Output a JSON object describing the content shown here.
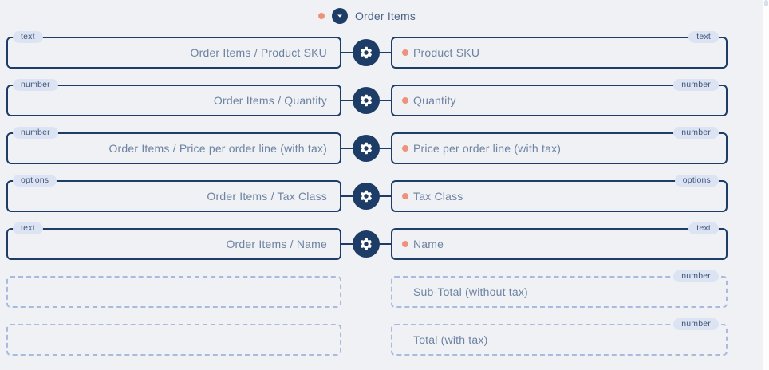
{
  "header": {
    "group_label": "Order Items"
  },
  "colors": {
    "background": "#EFF1F5",
    "navy": "#1D3C66",
    "accent_orange": "#F0917B",
    "badge_bg": "#DCE4F3",
    "dashed_border": "#A9BADD",
    "label_text": "#6E83A1"
  },
  "rows": [
    {
      "mapped": true,
      "source": {
        "label": "Order Items / Product SKU",
        "type": "text"
      },
      "target": {
        "label": "Product SKU",
        "type": "text"
      }
    },
    {
      "mapped": true,
      "source": {
        "label": "Order Items / Quantity",
        "type": "number"
      },
      "target": {
        "label": "Quantity",
        "type": "number"
      }
    },
    {
      "mapped": true,
      "source": {
        "label": "Order Items / Price per order line (with tax)",
        "type": "number"
      },
      "target": {
        "label": "Price per order line (with tax)",
        "type": "number"
      }
    },
    {
      "mapped": true,
      "source": {
        "label": "Order Items / Tax Class",
        "type": "options"
      },
      "target": {
        "label": "Tax Class",
        "type": "options"
      }
    },
    {
      "mapped": true,
      "source": {
        "label": "Order Items / Name",
        "type": "text"
      },
      "target": {
        "label": "Name",
        "type": "text"
      }
    },
    {
      "mapped": false,
      "source": null,
      "target": {
        "label": "Sub-Total (without tax)",
        "type": "number"
      }
    },
    {
      "mapped": false,
      "source": null,
      "target": {
        "label": "Total (with tax)",
        "type": "number"
      }
    }
  ]
}
